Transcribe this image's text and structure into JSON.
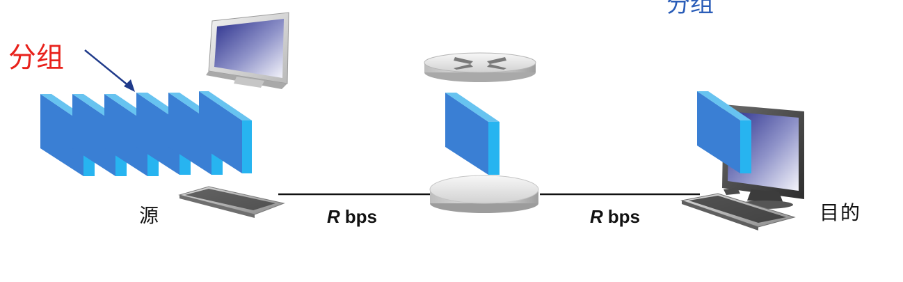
{
  "labels": {
    "top_partial": "分组",
    "packet": "分组",
    "source": "源",
    "destination": "目的",
    "link1_symbol": "R",
    "link1_unit": "bps",
    "link2_symbol": "R",
    "link2_unit": "bps"
  },
  "colors": {
    "packet_face": "#3a7fd4",
    "packet_side": "#27b4f0",
    "packet_label": "#e8211b",
    "link_line": "#111111",
    "arrow": "#1f3a8a"
  },
  "icons": {
    "source_host": "computer-icon",
    "router": "router-icon",
    "destination_host": "computer-icon",
    "packet": "packet-block-icon"
  }
}
